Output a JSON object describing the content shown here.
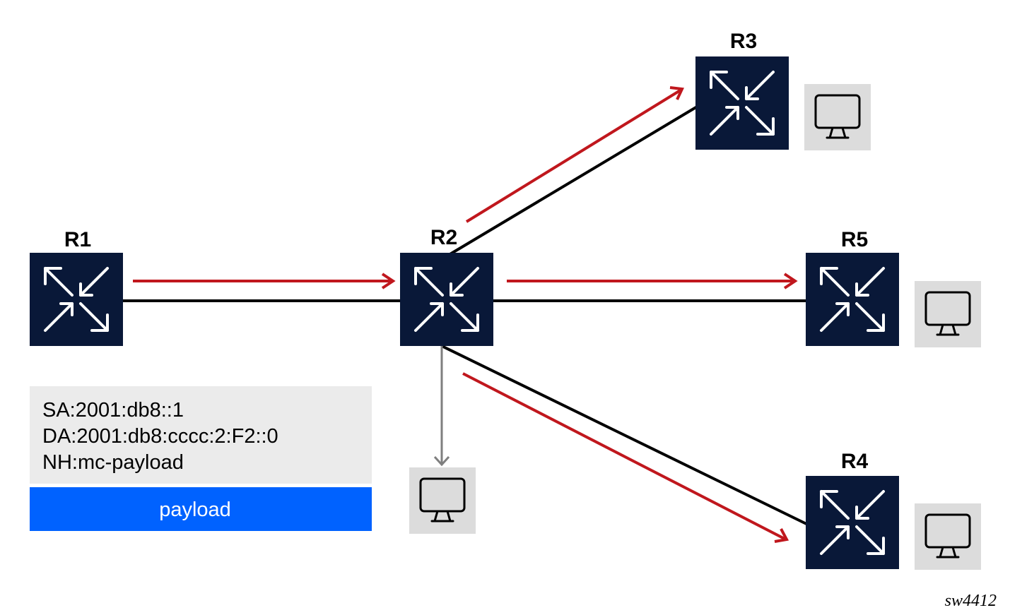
{
  "colors": {
    "router": "#091838",
    "link": "#000000",
    "flow": "#c0171d",
    "local_delivery": "#7f7f7f",
    "host_bg": "#dcdcdc",
    "header_bg": "#ebebeb",
    "payload_bg": "#0062ff"
  },
  "routers": [
    {
      "id": "r1",
      "label": "R1"
    },
    {
      "id": "r2",
      "label": "R2"
    },
    {
      "id": "r3",
      "label": "R3"
    },
    {
      "id": "r4",
      "label": "R4"
    },
    {
      "id": "r5",
      "label": "R5"
    }
  ],
  "hosts": [
    {
      "id": "host-r2",
      "icon": "monitor-icon"
    },
    {
      "id": "host-r3",
      "icon": "monitor-icon"
    },
    {
      "id": "host-r4",
      "icon": "monitor-icon"
    },
    {
      "id": "host-r5",
      "icon": "monitor-icon"
    }
  ],
  "packet": {
    "header_lines": [
      "SA:2001:db8::1",
      "DA:2001:db8:cccc:2:F2::0",
      "NH:mc-payload"
    ],
    "payload_label": "payload"
  },
  "figure_id": "sw4412"
}
